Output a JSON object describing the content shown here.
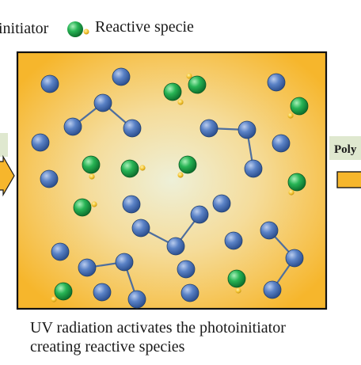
{
  "legend": {
    "photoinitiator_label": "initiator",
    "reactive_species_label": "Reactive specie"
  },
  "right_label": "Poly",
  "caption": {
    "line1": "UV radiation activates the photoinitiator",
    "line2": "creating reactive species"
  },
  "colors": {
    "panel_fill_center": "#eef0d8",
    "panel_fill_edge": "#f6b62c",
    "panel_border": "#111111",
    "monomer": "#4a72b8",
    "reactive": "#1fa24a",
    "radical_dot": "#f2c12e",
    "bond": "#4e6e9e",
    "side_tag": "#dfe8cf",
    "arrow": "#f6b62c"
  }
}
